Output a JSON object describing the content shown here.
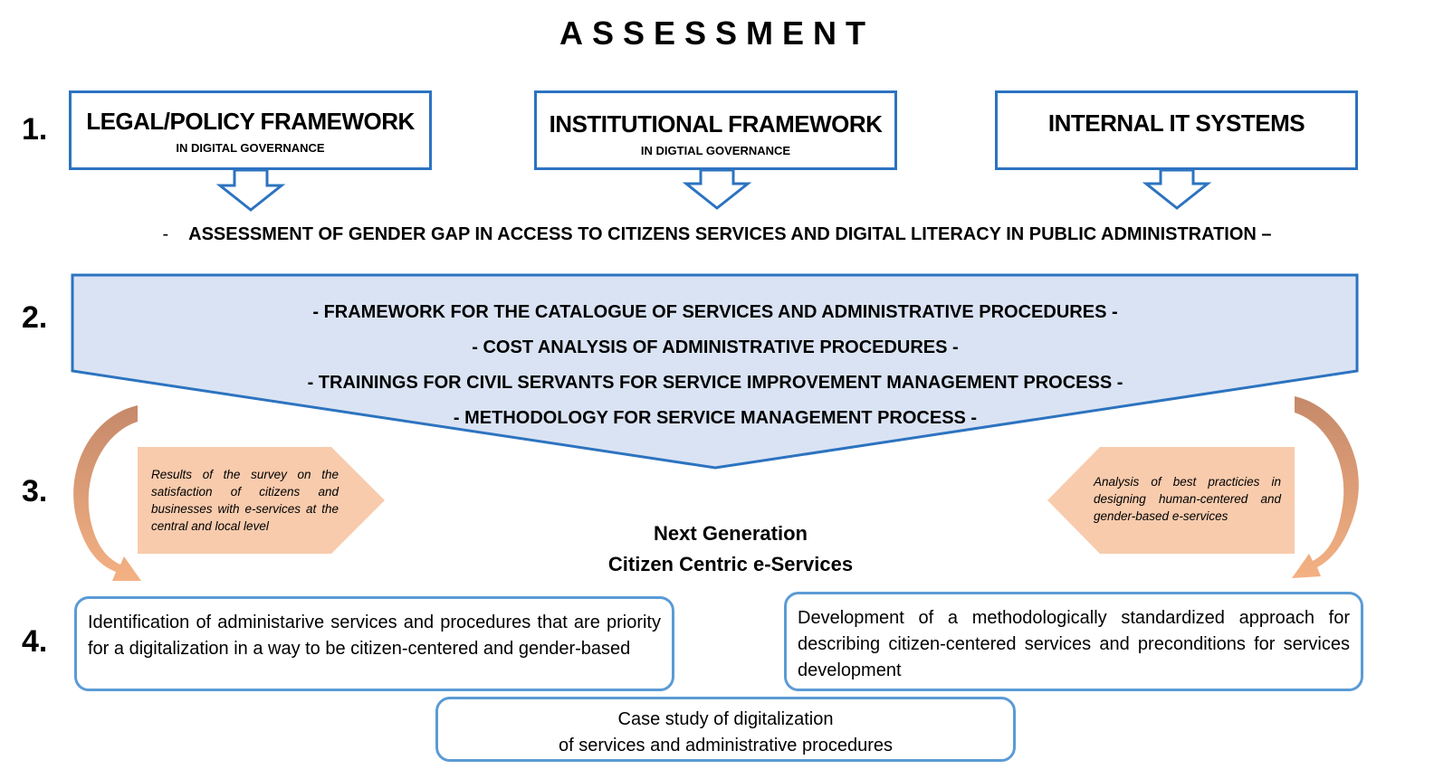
{
  "title": "ASSESSMENT",
  "steps": [
    "1.",
    "2.",
    "3.",
    "4."
  ],
  "frameworks": [
    {
      "main": "LEGAL/POLICY FRAMEWORK",
      "sub": "IN DIGITAL GOVERNANCE"
    },
    {
      "main": "INSTITUTIONAL FRAMEWORK",
      "sub": "IN DIGTIAL GOVERNANCE"
    },
    {
      "main": "INTERNAL IT SYSTEMS",
      "sub": ""
    }
  ],
  "gender_gap": {
    "dash": "-",
    "text": "ASSESSMENT OF GENDER GAP IN ACCESS TO CITIZENS SERVICES AND DIGITAL LITERACY IN PUBLIC ADMINISTRATION –"
  },
  "step2_items": [
    "- FRAMEWORK FOR THE CATALOGUE OF SERVICES AND ADMINISTRATIVE PROCEDURES -",
    "- COST ANALYSIS OF ADMINISTRATIVE PROCEDURES -",
    "- TRAININGS FOR CIVIL SERVANTS FOR SERVICE IMPROVEMENT MANAGEMENT PROCESS -",
    "- METHODOLOGY FOR SERVICE MANAGEMENT PROCESS -"
  ],
  "left_note": "Results of the survey on the satisfaction of citizens and businesses with e-services at the central and local level",
  "right_note": "Analysis of best practicies in designing human-centered and gender-based e-services",
  "center_label": {
    "line1": "Next Generation",
    "line2": "Citizen Centric e-Services"
  },
  "outcomes": {
    "left": "Identification of administarive services and procedures that are priority for a digitalization in a way to be citizen-centered and gender-based",
    "right": "Development of a methodologically standardized approach for describing citizen-centered services and preconditions for services development",
    "case_line1": "Case study of digitalization",
    "case_line2": "of services and administrative procedures"
  },
  "colors": {
    "box_border": "#2c73c0",
    "funnel_fill": "#dae3f3",
    "note_fill": "#f8cbad",
    "arrow_brown": "#c5896a",
    "arrow_peach": "#f4b183",
    "round_border": "#5b9bd5"
  }
}
